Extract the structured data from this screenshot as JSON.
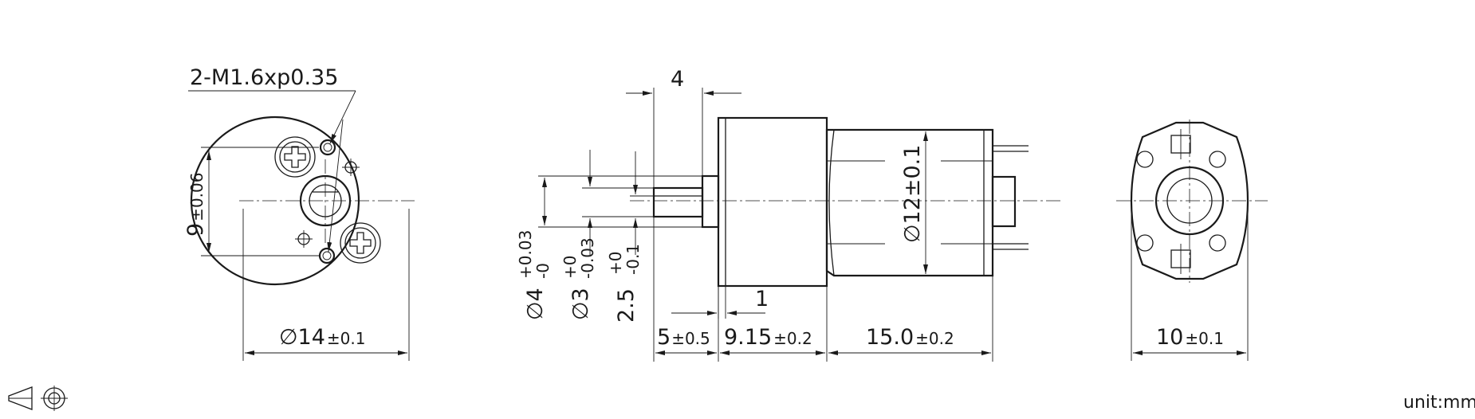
{
  "front_view": {
    "callout": "2-M1.6xp0.35",
    "diameter_main": "∅14",
    "diameter_tol": "±0.1",
    "height_main": "9",
    "height_tol": "±0.06"
  },
  "side_view": {
    "top_dim": "4",
    "small_dim": "1",
    "shaft_diameter": {
      "main": "∅4",
      "tol_upper": "+0.03",
      "tol_lower": "-0"
    },
    "hub_diameter": {
      "main": "∅3",
      "tol_upper": "+0",
      "tol_lower": "-0.03"
    },
    "flat_dim": {
      "main": "2.5",
      "tol_upper": "+0",
      "tol_lower": "-0.1"
    },
    "body_diameter": "∅12±0.1",
    "len_shaft": {
      "main": "5",
      "tol": "±0.5"
    },
    "len_gearbox": {
      "main": "9.15",
      "tol": "±0.2"
    },
    "len_motor": {
      "main": "15.0",
      "tol": "±0.2"
    }
  },
  "rear_view": {
    "width_main": "10",
    "width_tol": "±0.1"
  },
  "footer": {
    "unit_label": "unit:mm",
    "projection_symbol": "first-angle-projection-icon"
  }
}
